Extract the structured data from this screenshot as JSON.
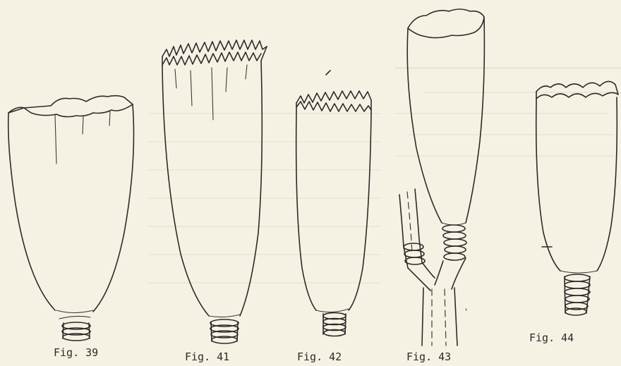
{
  "figures": [
    {
      "id": "fig39",
      "label": "Fig. 39"
    },
    {
      "id": "fig41",
      "label": "Fig. 41"
    },
    {
      "id": "fig42",
      "label": "Fig. 42"
    },
    {
      "id": "fig43",
      "label": "Fig. 43"
    },
    {
      "id": "fig44",
      "label": "Fig. 44"
    }
  ]
}
